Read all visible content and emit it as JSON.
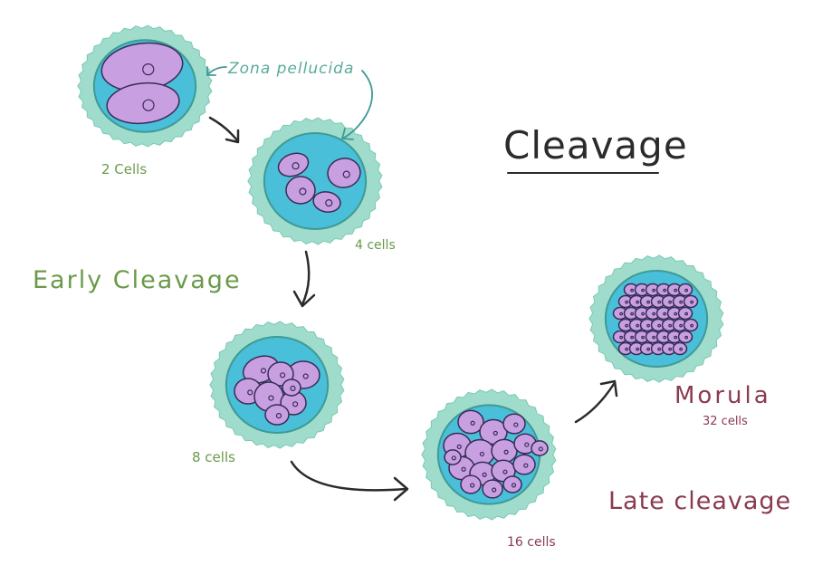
{
  "title": "Cleavage",
  "annotation": "Zona pellucida",
  "phases": {
    "early": "Early Cleavage",
    "late": "Late cleavage"
  },
  "stages": [
    {
      "id": "s2",
      "label": "2 Cells"
    },
    {
      "id": "s4",
      "label": "4 cells"
    },
    {
      "id": "s8",
      "label": "8 cells"
    },
    {
      "id": "s16",
      "label": "16 cells"
    },
    {
      "id": "s32",
      "name": "Morula",
      "label": "32 cells"
    }
  ],
  "colors": {
    "zona": "#9fdccb",
    "zona_dark": "#3f9a94",
    "fluid": "#49bfd9",
    "cell": "#c8a0e2",
    "cell_outline": "#3a2b55",
    "green_text": "#6b9a4a",
    "maroon_text": "#8b3a4f",
    "ink": "#2b2b2b"
  }
}
